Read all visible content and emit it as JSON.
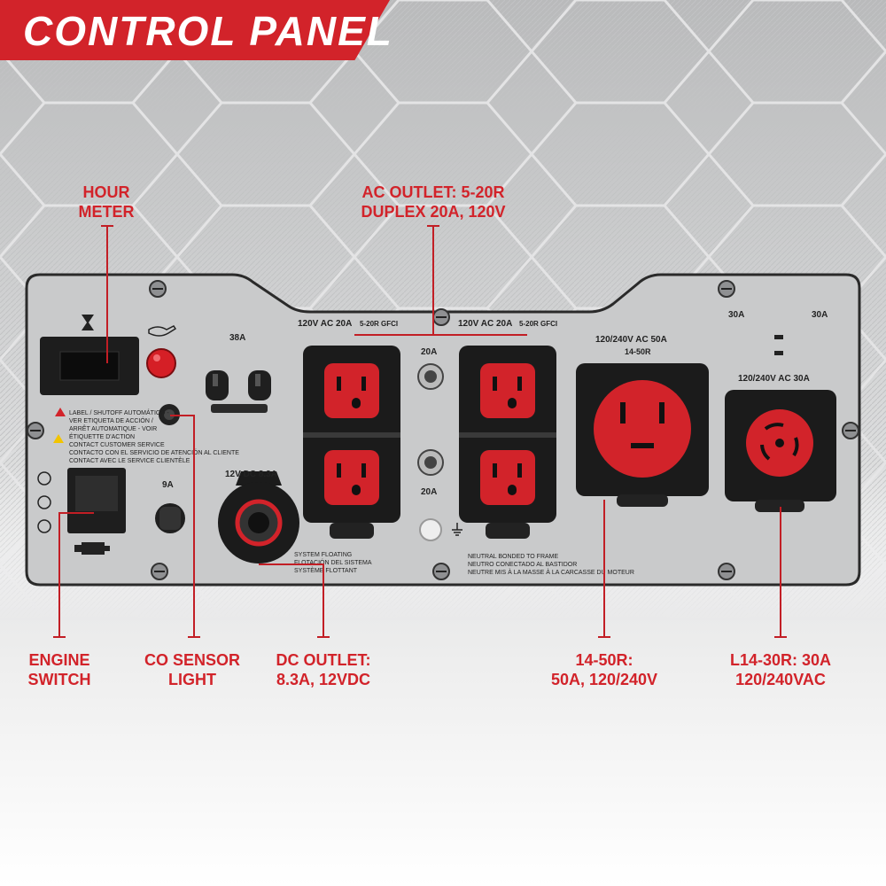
{
  "title": "CONTROL PANEL",
  "callouts": {
    "hour_meter": [
      "HOUR",
      "METER"
    ],
    "ac_outlet": [
      "AC OUTLET: 5-20R",
      "DUPLEX 20A, 120V"
    ],
    "engine_switch": [
      "ENGINE",
      "SWITCH"
    ],
    "co_sensor": [
      "CO SENSOR",
      "LIGHT"
    ],
    "dc_outlet": [
      "DC OUTLET:",
      "8.3A, 12VDC"
    ],
    "r1450": [
      "14-50R:",
      "50A, 120/240V"
    ],
    "l1430": [
      "L14-30R: 30A",
      "120/240VAC"
    ]
  },
  "panel_labels": {
    "breaker_38a": "38A",
    "duplex_left": "120V AC 20A",
    "duplex_left_gfci": "5-20R GFCI",
    "duplex_right": "120V AC 20A",
    "duplex_right_gfci": "5-20R GFCI",
    "breaker_20a_top": "20A",
    "breaker_20a_bottom": "20A",
    "r1450_rating": "120/240V AC 50A",
    "r1450_model": "14-50R",
    "l1430_rating": "120/240V AC 30A",
    "breaker_30a_left": "30A",
    "breaker_30a_right": "30A",
    "dc_rating": "12V DC 8.3A",
    "breaker_9a": "9A",
    "co_warning": [
      "LABEL / SHUTOFF AUTOMÁTICO -",
      "VER ETIQUETA DE ACCIÓN /",
      "ARRÊT AUTOMATIQUE - VOIR",
      "ÉTIQUETTE D'ACTION"
    ],
    "co_service": [
      "CONTACT CUSTOMER SERVICE",
      "CONTACTO CON EL SERVICIO DE ATENCIÓN AL CLIENTE",
      "CONTACT AVEC LE SERVICE CLIENTÈLE"
    ],
    "system_floating": [
      "SYSTEM FLOATING",
      "FLOTACIÓN DEL SISTEMA",
      "SYSTÈME FLOTTANT"
    ],
    "neutral_bonded": [
      "NEUTRAL BONDED TO FRAME",
      "NEUTRO CONECTADO AL BASTIDOR",
      "NEUTRE MIS À LA MASSE À LA CARCASSE DU MOTEUR"
    ]
  },
  "colors": {
    "brand_red": "#d2232a",
    "panel": "#c8c9ca",
    "outlet_body": "#1b1b1b"
  },
  "icons": [
    "hourglass-icon",
    "oil-level-icon",
    "engine-icon",
    "choke-icon",
    "ground-icon",
    "breaker-icon"
  ]
}
